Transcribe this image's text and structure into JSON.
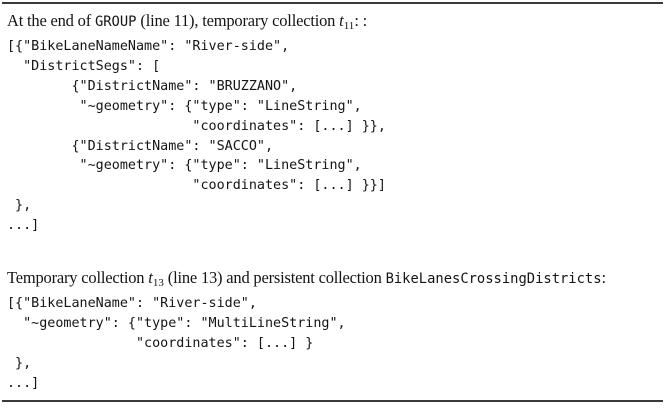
{
  "document": {
    "section1": {
      "heading": {
        "prefix": "At the end of ",
        "mono_term": "GROUP",
        "middle": " (line 11), temporary collection ",
        "var_letter": "t",
        "var_subscript": "11",
        "suffix": ": :"
      },
      "code": "[{\"BikeLaneNameName\": \"River-side\",\n  \"DistrictSegs\": [\n        {\"DistrictName\": \"BRUZZANO\",\n         \"~geometry\": {\"type\": \"LineString\",\n                       \"coordinates\": [...] }},\n        {\"DistrictName\": \"SACCO\",\n         \"~geometry\": {\"type\": \"LineString\",\n                       \"coordinates\": [...] }}]\n },\n...]"
    },
    "section2": {
      "heading": {
        "prefix": "Temporary collection ",
        "var_letter": "t",
        "var_subscript": "13",
        "middle": " (line 13) and persistent collection ",
        "mono_term": "BikeLanesCrossingDistricts",
        "suffix": ":"
      },
      "code": "[{\"BikeLaneName\": \"River-side\",\n  \"~geometry\": {\"type\": \"MultiLineString\",\n                \"coordinates\": [...] }\n },\n...]"
    }
  }
}
